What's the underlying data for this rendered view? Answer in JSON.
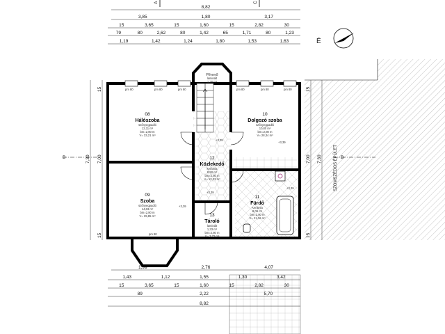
{
  "top_dims": {
    "row1": [
      "8,82"
    ],
    "row2": [
      "3,85",
      "1,80",
      "3,17"
    ],
    "row3": [
      "15",
      "3,65",
      "15",
      "1,60",
      "15",
      "2,82",
      "30"
    ],
    "row4": [
      "79",
      "80",
      "2,62",
      "80",
      "1,42",
      "65",
      "1,71",
      "80",
      "1,23"
    ],
    "row5": [
      "1,19",
      "1,42",
      "1,24",
      "1,80",
      "1,53",
      "1,63"
    ]
  },
  "bottom_dims": {
    "row1": [
      "1,99",
      "2,76",
      "4,07"
    ],
    "row2": [
      "1,43",
      "1,12",
      "1,55",
      "1,30",
      "3,42"
    ],
    "row3": [
      "15",
      "3,65",
      "15",
      "1,60",
      "15",
      "2,82",
      "30"
    ],
    "row4": [
      "89",
      "2,22",
      "5,70"
    ],
    "row5": [
      "8,82"
    ]
  },
  "side_dims": {
    "left_outer": "7,30",
    "left_inner": "7,00",
    "left_top": "15",
    "left_bottom": "15",
    "right_inner": "7,00",
    "right_outer": "7,30",
    "right_top": "15",
    "right_bottom": "15"
  },
  "markers": {
    "north": "É",
    "section_a": "A",
    "section_c": "C",
    "section_b_left": "B",
    "section_b_right": "B"
  },
  "neighbor_label": "SZOMSZÉDOS ÉPÜLET",
  "rooms": {
    "r08": {
      "num": "08",
      "name": "Hálószoba",
      "floor": "szőnyegpadló",
      "area": "12,11 m²",
      "height": "bm=2,80 m",
      "vol": "V= 33,21 m³"
    },
    "r09": {
      "num": "09",
      "name": "Szoba",
      "floor": "szőnyegpadló",
      "area": "14,63 m²",
      "height": "bm=2,80 m",
      "vol": "V= 39,85 m³"
    },
    "r10": {
      "num": "10",
      "name": "Dolgozó szoba",
      "floor": "szőnyegpadló",
      "area": "10,80 m²",
      "height": "bm=2,80 m",
      "vol": "V= 28,34 m³"
    },
    "r11": {
      "num": "11",
      "name": "Fürdő",
      "floor": "Kerámia",
      "area": "8,09 m²",
      "height": "bm=2,80 m",
      "vol": "V= 21,16 m³"
    },
    "r12": {
      "num": "12",
      "name": "Közlekedő",
      "floor": "kerámia",
      "area": "8,50 m²",
      "height": "bm=2,80 m",
      "vol": "V= 13,03 m³"
    },
    "r13": {
      "num": "13",
      "name": "Tároló",
      "floor": "laminált",
      "area": "1,33 m²",
      "height": "bm=2,80 m",
      "vol": "V= 3,72 m³"
    },
    "r14": {
      "num": "",
      "name": "Pihenő",
      "floor": "laminált",
      "area": "1,38 m²",
      "height": "",
      "vol": ""
    }
  },
  "levels": {
    "l1": "+3,39",
    "l2": "+3,39",
    "l3": "+3,39",
    "l4": "+3,39",
    "l5": "+3,39"
  },
  "window_codes": [
    "pm 80",
    "pm 80",
    "pm 80",
    "pm 80",
    "pm 80",
    "pm 80",
    "pm 80"
  ]
}
